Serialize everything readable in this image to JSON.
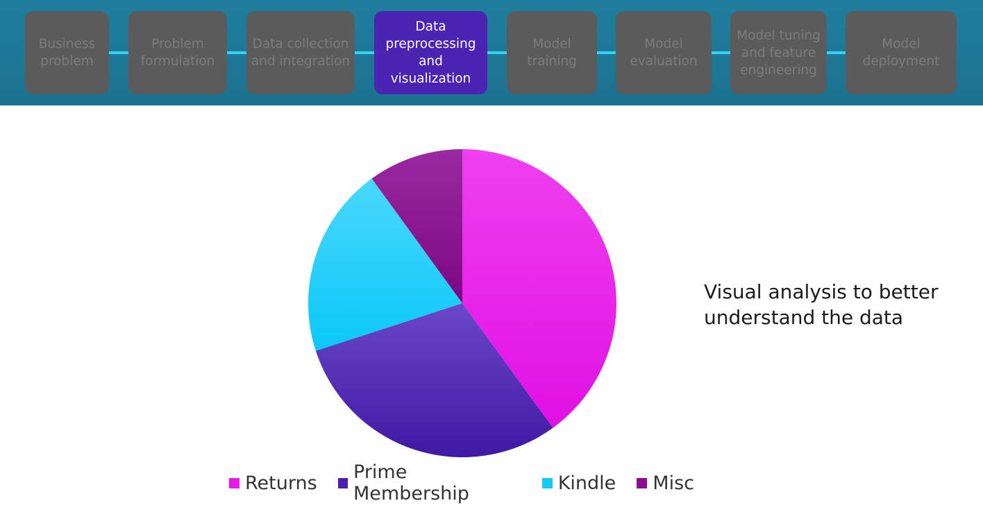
{
  "pipeline": {
    "stages": [
      {
        "label": "Business\nproblem",
        "active": false
      },
      {
        "label": "Problem\nformulation",
        "active": false
      },
      {
        "label": "Data collection\nand integration",
        "active": false
      },
      {
        "label": "Data\npreprocessing\nand visualization",
        "active": true
      },
      {
        "label": "Model\ntraining",
        "active": false
      },
      {
        "label": "Model\nevaluation",
        "active": false
      },
      {
        "label": "Model tuning\nand feature\nengineering",
        "active": false
      },
      {
        "label": "Model\ndeployment",
        "active": false
      }
    ],
    "colors": {
      "active": "#4b24b4",
      "inactive": "#5b5b5b",
      "connector": "#39d1f0",
      "banner": "#1f7e9d"
    }
  },
  "caption": "Visual analysis to better understand the data",
  "chart_data": {
    "type": "pie",
    "title": "",
    "series": [
      {
        "name": "Returns",
        "value": 40,
        "color": "#e41ae8"
      },
      {
        "name": "Prime Membership",
        "value": 30,
        "color": "#4a1fb0"
      },
      {
        "name": "Kindle",
        "value": 20,
        "color": "#14c8f8"
      },
      {
        "name": "Misc",
        "value": 10,
        "color": "#8a0c8f"
      }
    ],
    "start_angle": "12 o'clock",
    "direction": "clockwise",
    "legend_position": "bottom"
  }
}
